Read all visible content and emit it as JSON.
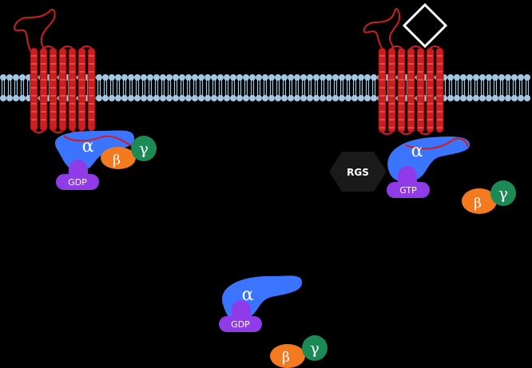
{
  "labels": {
    "ligand": "Ligand",
    "rgs": "RGS",
    "alpha": "α",
    "beta": "β",
    "gamma": "γ",
    "gdp": "GDP",
    "gtp": "GTP"
  },
  "colors": {
    "background": "#000000",
    "membrane": "#a4c8e3",
    "receptor": "#cc1f1f",
    "alpha_subunit": "#3b74ff",
    "beta_subunit": "#f37a1f",
    "gamma_subunit": "#1c8a55",
    "nucleotide": "#8f3be8",
    "rgs": "#1a1a1a",
    "arrow": "#000000"
  }
}
